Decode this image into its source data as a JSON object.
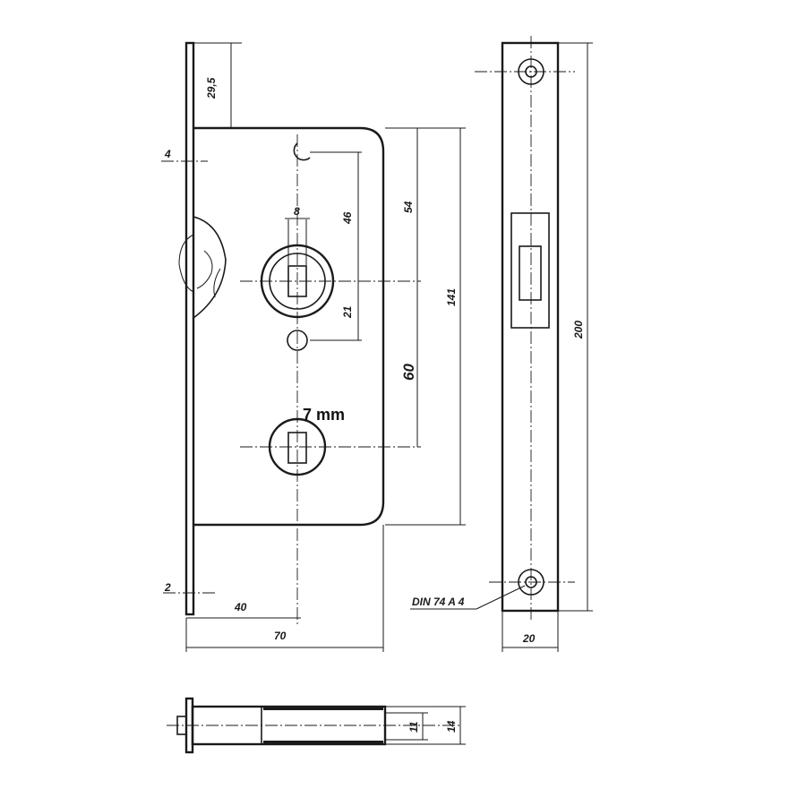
{
  "dimensions": {
    "d29_5": "29,5",
    "d4": "4",
    "d8": "8",
    "d46": "46",
    "d54": "54",
    "d141": "141",
    "d21": "21",
    "d60": "60",
    "d7mm": "7 mm",
    "d2": "2",
    "d40": "40",
    "d70": "70",
    "d200": "200",
    "d20": "20",
    "d11": "11",
    "d14": "14"
  },
  "annotations": {
    "screw_standard": "DIN 74 A 4"
  }
}
